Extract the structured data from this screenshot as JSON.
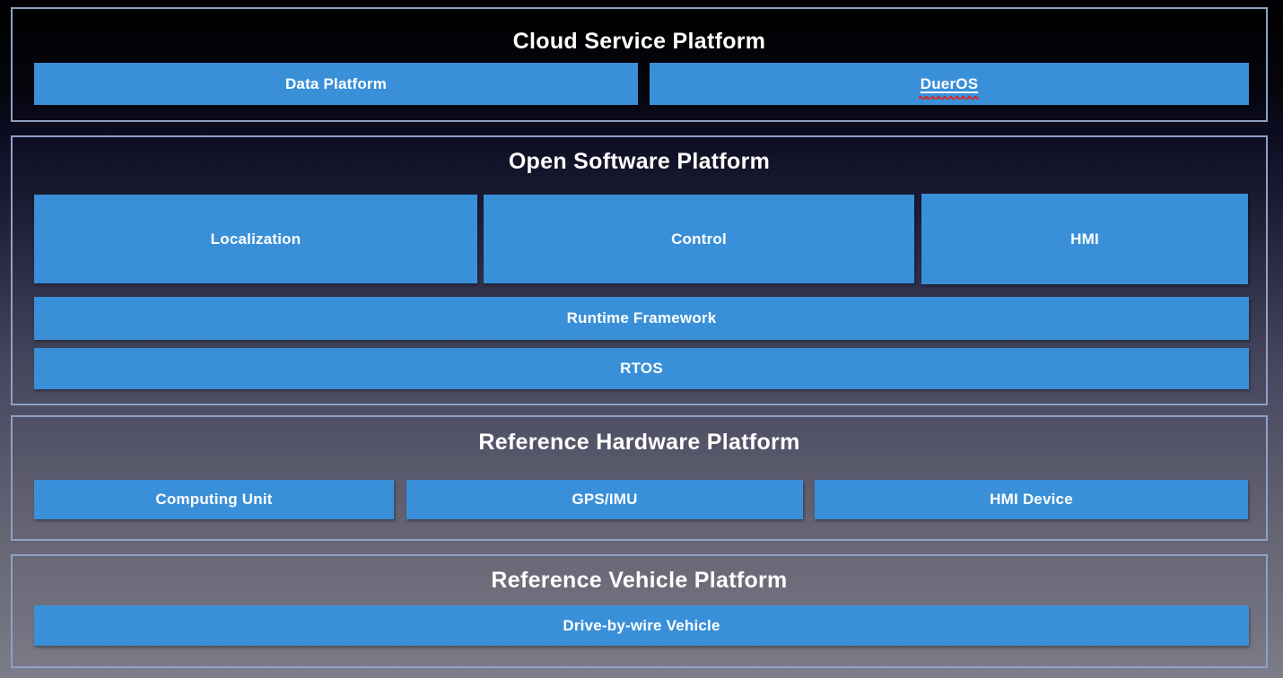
{
  "colors": {
    "box_blue": "#3a90d8",
    "section_border": "#8fa0c4",
    "squiggle_red": "#e0231a",
    "text_white": "#ffffff"
  },
  "cloud_platform": {
    "title": "Cloud Service Platform",
    "boxes": {
      "data_platform": "Data Platform",
      "dueros": "DuerOS"
    }
  },
  "software_platform": {
    "title": "Open Software Platform",
    "boxes": {
      "localization": "Localization",
      "control": "Control",
      "hmi": "HMI",
      "runtime_framework": "Runtime Framework",
      "rtos": "RTOS"
    }
  },
  "hardware_platform": {
    "title": "Reference Hardware Platform",
    "boxes": {
      "computing_unit": "Computing Unit",
      "gps_imu": "GPS/IMU",
      "hmi_device": "HMI Device"
    }
  },
  "vehicle_platform": {
    "title": "Reference Vehicle Platform",
    "boxes": {
      "drive_by_wire": "Drive-by-wire Vehicle"
    }
  }
}
